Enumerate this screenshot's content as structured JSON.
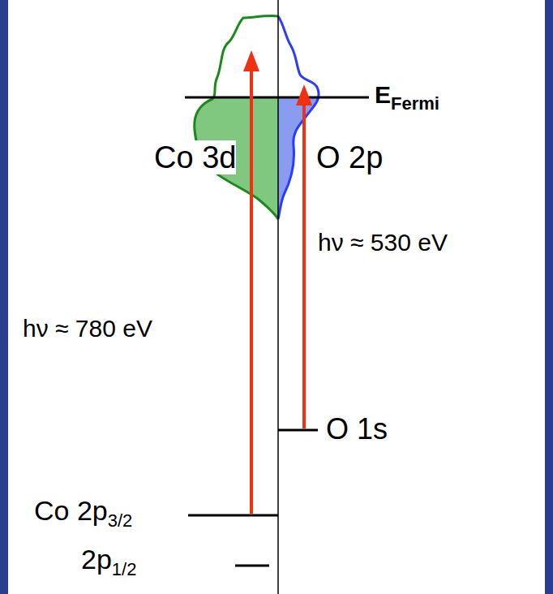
{
  "diagram": {
    "labels": [
      "E",
      "Fermi",
      "Co 3d",
      "O 2p",
      "hν ≈ 530 eV",
      "hν ≈ 780 eV",
      "O 1s",
      "Co 2p",
      "3/2",
      "2p",
      "1/2"
    ]
  }
}
